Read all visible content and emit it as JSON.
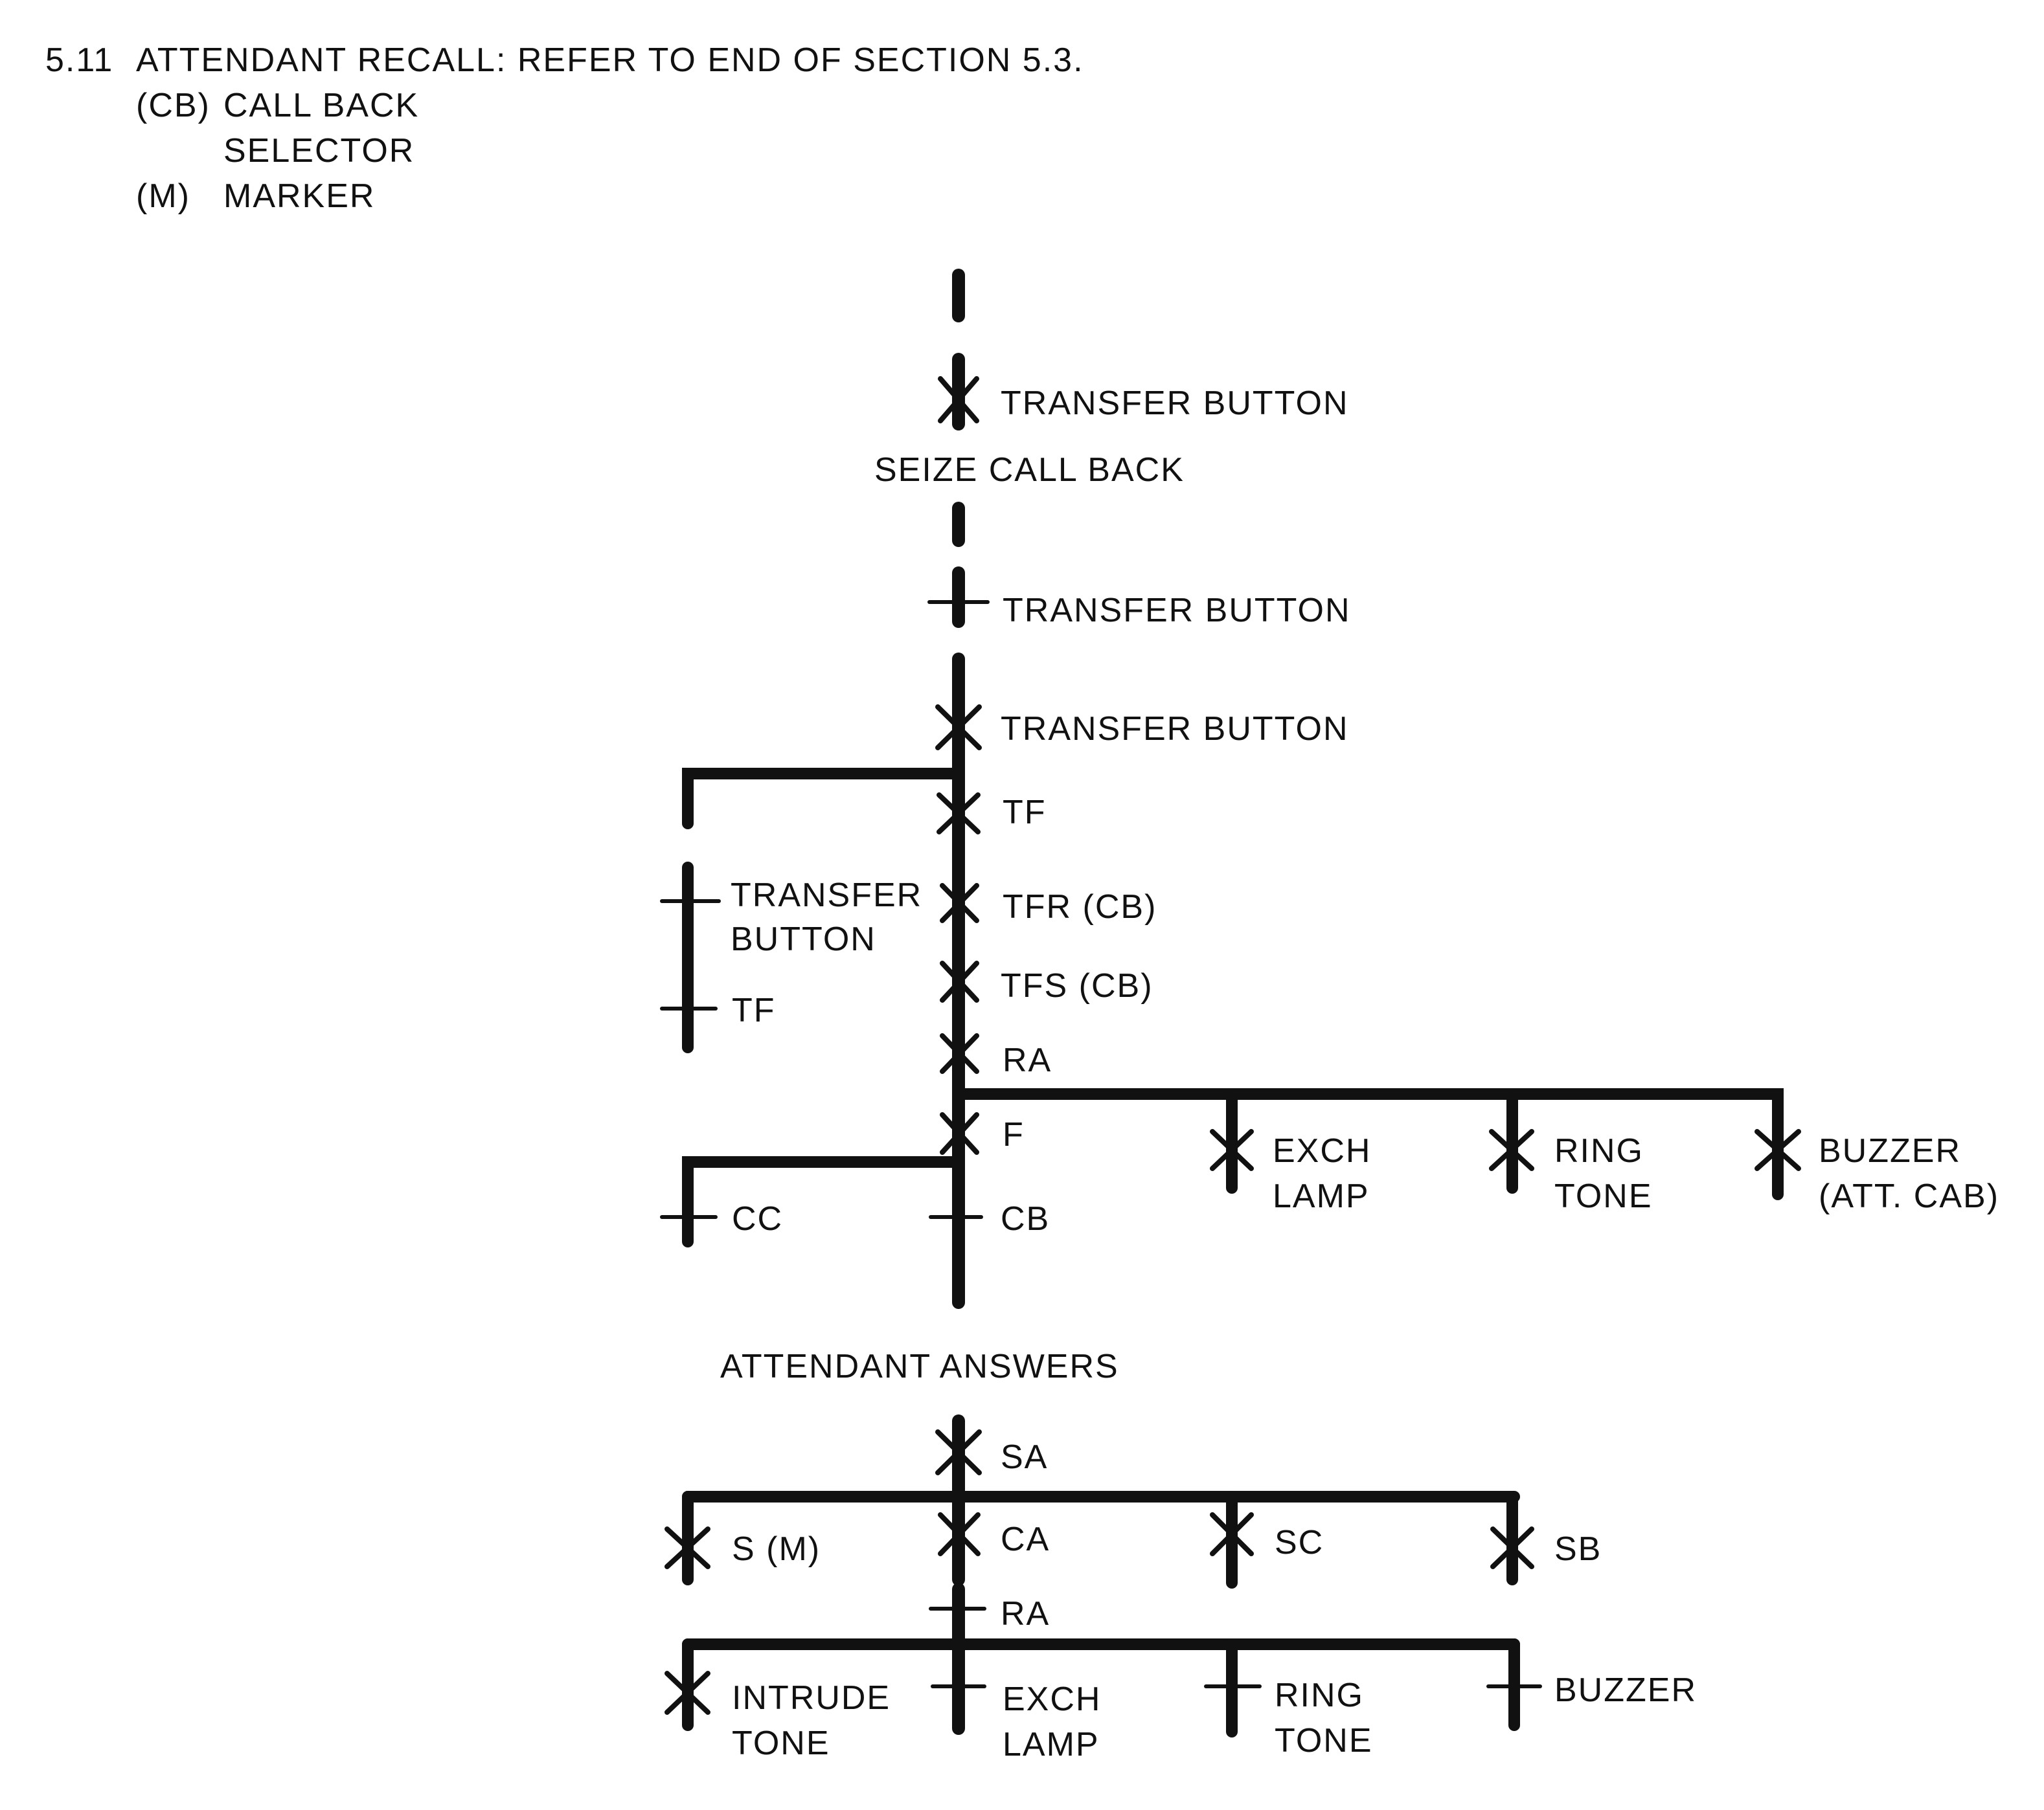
{
  "header": {
    "section_number": "5.11",
    "title": "ATTENDANT RECALL:  REFER TO END OF SECTION 5.3.",
    "legend": [
      {
        "abbr": "(CB)",
        "line1": "CALL BACK",
        "line2": "SELECTOR"
      },
      {
        "abbr": "(M)",
        "line1": "MARKER",
        "line2": ""
      }
    ]
  },
  "diagram": {
    "stage_1": {
      "transfer_button_op": {
        "label": "TRANSFER BUTTON",
        "symbol": "operate-x"
      },
      "caption": "SEIZE CALL BACK"
    },
    "stage_2": {
      "transfer_button_release": {
        "label": "TRANSFER BUTTON",
        "symbol": "release-tick"
      },
      "transfer_button_op": {
        "label": "TRANSFER BUTTON",
        "symbol": "operate-x"
      },
      "tf": {
        "label": "TF",
        "symbol": "operate-x"
      },
      "tfr": {
        "label": "TFR (CB)",
        "symbol": "operate-x"
      },
      "tfs": {
        "label": "TFS (CB)",
        "symbol": "operate-x"
      },
      "ra": {
        "label": "RA",
        "symbol": "operate-x"
      },
      "f": {
        "label": "F",
        "symbol": "operate-x"
      },
      "cb": {
        "label": "CB",
        "symbol": "release-tick"
      },
      "left_branch": {
        "transfer_button": {
          "line1": "TRANSFER",
          "line2": "BUTTON",
          "symbol": "release-tick"
        },
        "tf": {
          "label": "TF",
          "symbol": "release-tick"
        }
      },
      "cc": {
        "label": "CC",
        "symbol": "release-tick"
      },
      "ra_branches": [
        {
          "line1": "EXCH",
          "line2": "LAMP",
          "symbol": "operate-x"
        },
        {
          "line1": "RING",
          "line2": "TONE",
          "symbol": "operate-x"
        },
        {
          "line1": "BUZZER",
          "line2": "(ATT. CAB)",
          "symbol": "operate-x"
        }
      ]
    },
    "stage_3": {
      "caption": "ATTENDANT ANSWERS",
      "sa": {
        "label": "SA",
        "symbol": "operate-x"
      },
      "sa_branches": [
        {
          "label": "S (M)",
          "symbol": "operate-x"
        },
        {
          "label": "CA",
          "symbol": "operate-x"
        },
        {
          "label": "SC",
          "symbol": "operate-x"
        },
        {
          "label": "SB",
          "symbol": "operate-x"
        }
      ],
      "ra": {
        "label": "RA",
        "symbol": "release-tick"
      },
      "ra_branches": [
        {
          "line1": "INTRUDE",
          "line2": "TONE",
          "symbol": "operate-x"
        },
        {
          "line1": "EXCH",
          "line2": "LAMP",
          "symbol": "release-tick"
        },
        {
          "line1": "RING",
          "line2": "TONE",
          "symbol": "release-tick"
        },
        {
          "line1": "BUZZER",
          "line2": "",
          "symbol": "release-tick"
        }
      ]
    }
  }
}
